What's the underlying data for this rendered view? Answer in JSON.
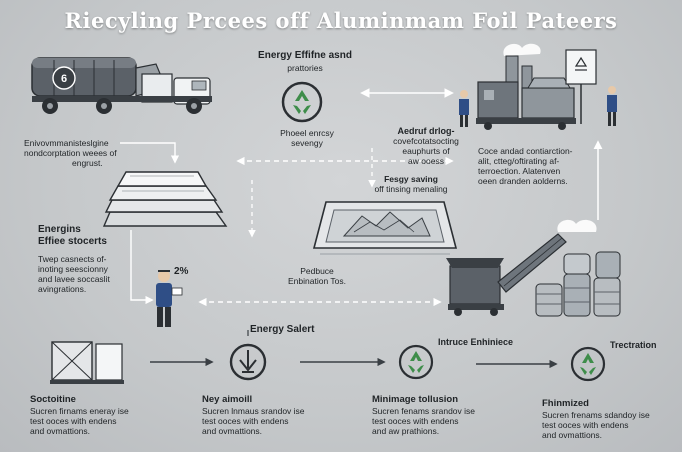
{
  "title": "Riecyling Prcees off Aluminmam Foil Pateers",
  "top_center": {
    "title_line1": "Energy Effifne asnd",
    "title_line2": "prattories",
    "sub_line1": "Phoeel enrcsy",
    "sub_line2": "sevengy"
  },
  "left_note": {
    "line1": "Enivovmmanisteslgine",
    "line2": "nondcorptation weees of",
    "line3": "engrust."
  },
  "center_note": {
    "title": "Aedruf drlog-",
    "line1": "covefcotatsocting",
    "line2": "eauphurts of",
    "line3": "aw ooess"
  },
  "right_note": {
    "line1": "Coce andad contiarction-",
    "line2": "alit, ctteg/oftirating af-",
    "line3": "terroection. Alatenven",
    "line4": "oeen dranden aolderns."
  },
  "energy_saving": {
    "line1": "Fesgy saving",
    "line2": "off tinsing menaling"
  },
  "left_energy": {
    "title_line1": "Energins",
    "title_line2": "Effiee stocerts",
    "line1": "Twep casnects of-",
    "line2": "inoting seescionny",
    "line3": "and lavee soccaslit",
    "line4": "avingrations."
  },
  "worker_percent": "2%",
  "reduce": {
    "line1": "Pedbuce",
    "line2": "Enbination Tos."
  },
  "energy_salert": "Energy Salert",
  "bottom": [
    {
      "title": "Soctoitine",
      "line1": "Sucren firnams eneray ise",
      "line2": "test ooces with endens",
      "line3": "and ovmattions."
    },
    {
      "title": "Ney aimoill",
      "line1": "Sucren lnmaus srandov ise",
      "line2": "test ooces with endens",
      "line3": "and ovmattions."
    },
    {
      "label": "Intruce Enhiniece",
      "title": "Minimage tollusion",
      "line1": "Sucren fenams srandov ise",
      "line2": "test ooces with endens",
      "line3": "and aw prathions."
    },
    {
      "label": "Trectration",
      "title": "Fhinmized",
      "line1": "Sucren frenams sdandoy ise",
      "line2": "test ooces with endens",
      "line3": "and ovmattions."
    }
  ],
  "truck_badge": "6",
  "icons": {
    "recycle": "recycle-icon",
    "truck": "recycling-truck-icon",
    "trays": "foil-trays-icon",
    "crushed_foil": "crushed-foil-tray-icon",
    "shredder": "shredder-machine-icon",
    "smelter": "smelting-plant-icon",
    "worker": "worker-icon",
    "cage": "scrap-cage-icon",
    "grab": "grab-claw-icon",
    "arrows": "flow-arrow-icon"
  },
  "colors": {
    "background": "#c9ccce",
    "title": "#ffffff",
    "text": "#1f2326",
    "line": "#3a3f44",
    "accent_green": "#3e8d4a",
    "worker_blue": "#2f4e86"
  }
}
